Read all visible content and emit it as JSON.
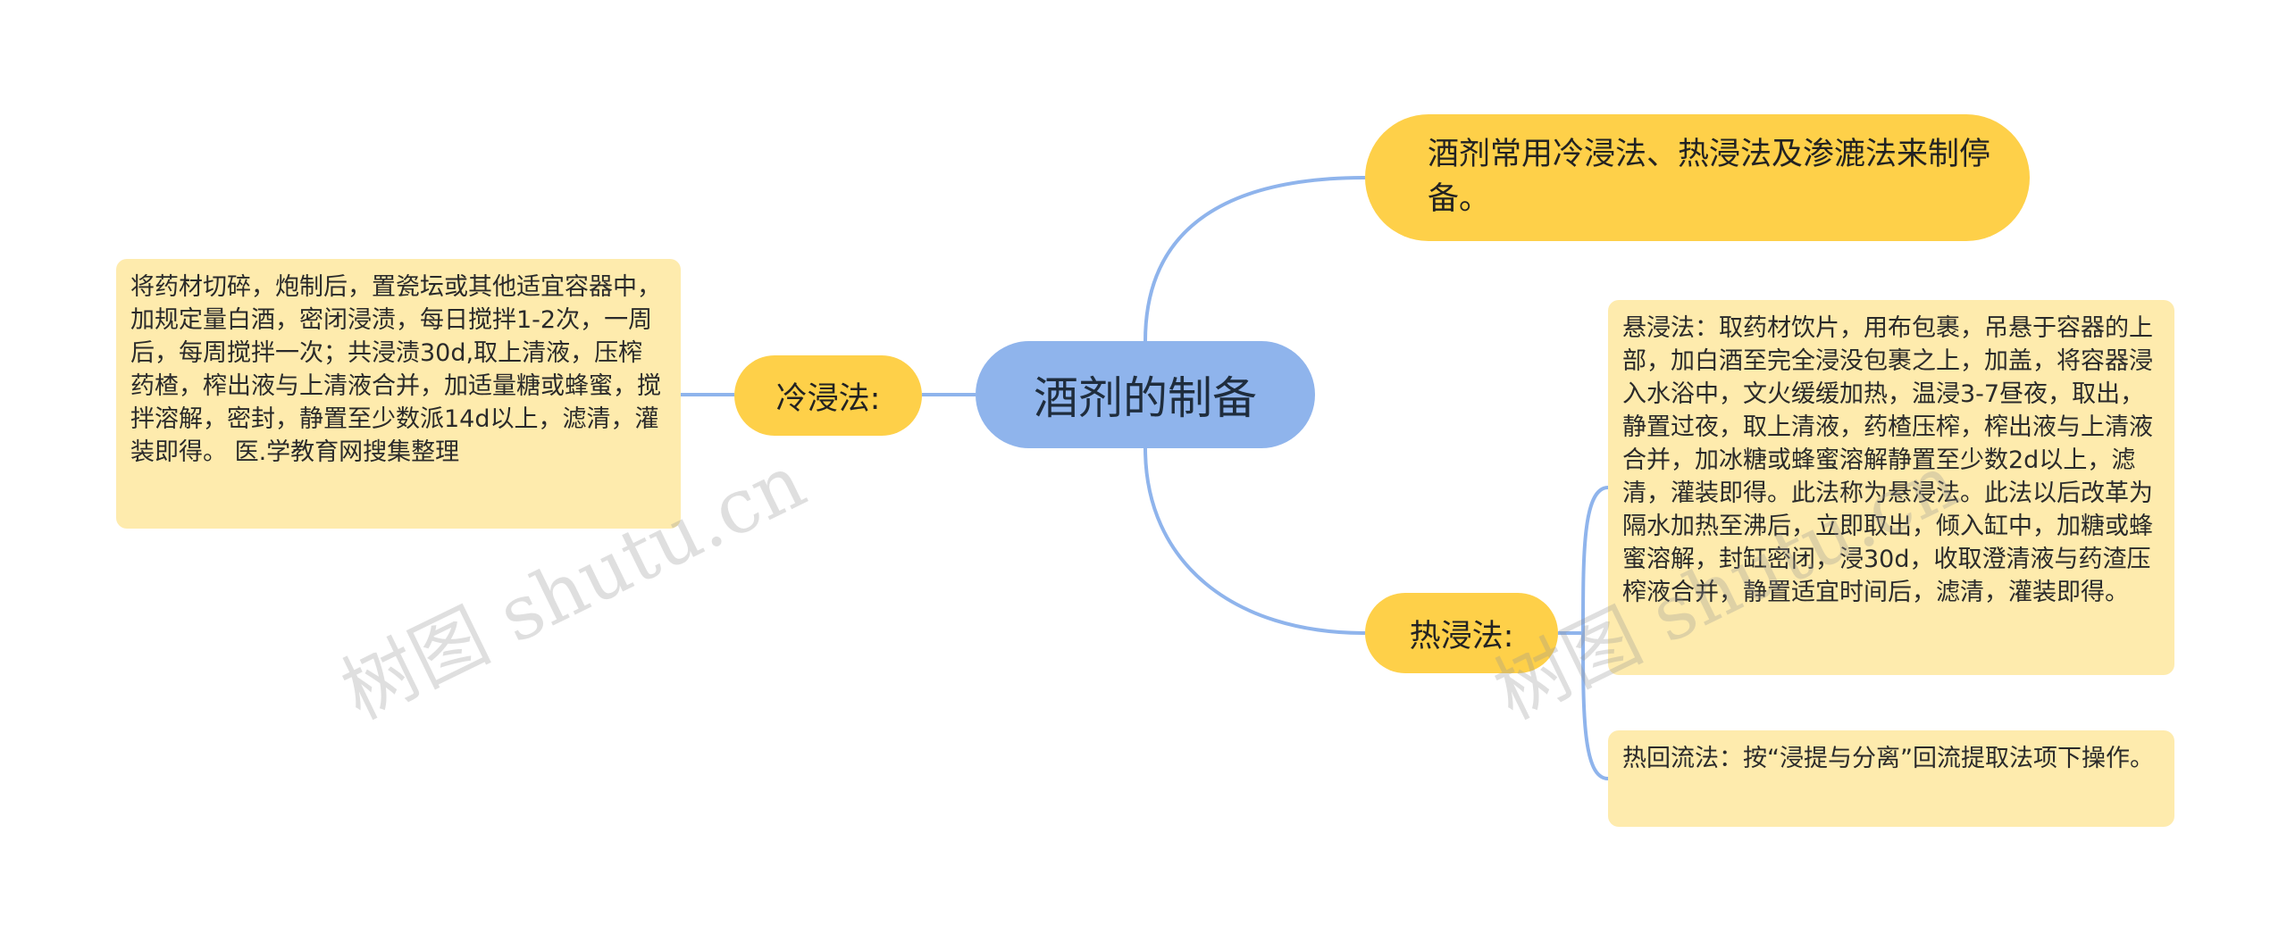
{
  "root": {
    "label": "酒剂的制备"
  },
  "intro": {
    "text": "酒剂常用冷浸法、热浸法及渗漉法来制停备。"
  },
  "cold": {
    "label": "冷浸法:",
    "detail": "将药材切碎，炮制后，置瓷坛或其他适宜容器中，加规定量白酒，密闭浸渍，每日搅拌1-2次，一周后，每周搅拌一次；共浸渍30d,取上清液，压榨药楂，榨出液与上清液合并，加适量糖或蜂蜜，搅拌溶解，密封，静置至少数派14d以上，滤清，灌装即得。 医.学教育网搜集整理"
  },
  "hot": {
    "label": "热浸法:",
    "detail_1": "悬浸法：取药材饮片，用布包裹，吊悬于容器的上部，加白酒至完全浸没包裹之上，加盖，将容器浸入水浴中，文火缓缓加热，温浸3-7昼夜，取出，静置过夜，取上清液，药楂压榨，榨出液与上清液合并，加冰糖或蜂蜜溶解静置至少数2d以上，滤清，灌装即得。此法称为悬浸法。此法以后改革为隔水加热至沸后，立即取出，倾入缸中，加糖或蜂蜜溶解，封缸密闭，浸30d，收取澄清液与药渣压榨液合并，静置适宜时间后，滤清，灌装即得。",
    "detail_2": "热回流法：按“浸提与分离”回流提取法项下操作。"
  },
  "watermark": {
    "text": "树图 shutu.cn"
  },
  "colors": {
    "root": "#8fb4ec",
    "branch": "#fed049",
    "leaf": "#feebad",
    "connector": "#8fb4ec"
  }
}
